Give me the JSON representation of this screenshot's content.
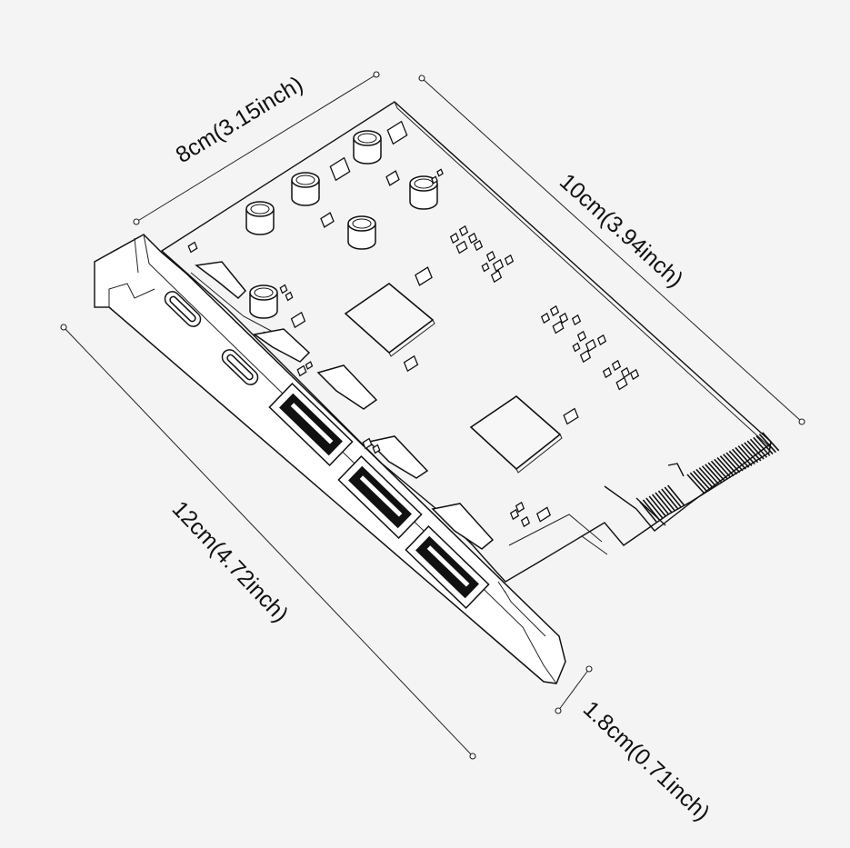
{
  "dimensions": {
    "width_label": "8cm(3.15inch)",
    "depth_label": "10cm(3.94inch)",
    "length_label": "12cm(4.72inch)",
    "height_label": "1.8cm(0.71inch)"
  },
  "ports": {
    "usb_c_count": 2,
    "usb_a_count": 3
  },
  "colors": {
    "background": "#f4f4f4",
    "line": "#111111"
  }
}
